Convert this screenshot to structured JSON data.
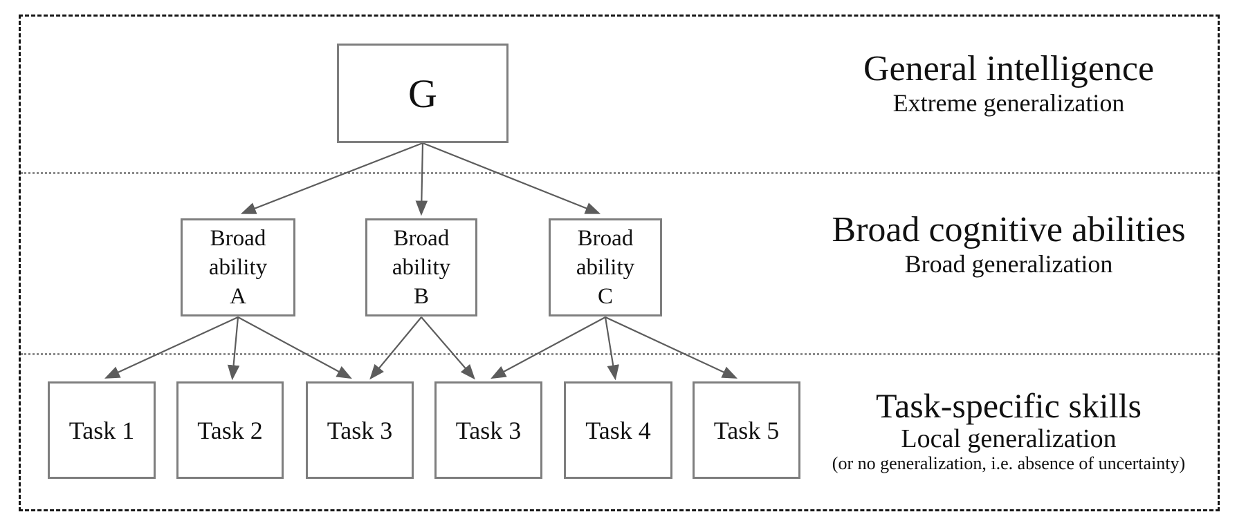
{
  "diagram": {
    "root": {
      "label": "G"
    },
    "broad_abilities": [
      {
        "lines": [
          "Broad",
          "ability",
          "A"
        ]
      },
      {
        "lines": [
          "Broad",
          "ability",
          "B"
        ]
      },
      {
        "lines": [
          "Broad",
          "ability",
          "C"
        ]
      }
    ],
    "tasks": [
      {
        "label": "Task 1"
      },
      {
        "label": "Task 2"
      },
      {
        "label": "Task 3"
      },
      {
        "label": "Task 3"
      },
      {
        "label": "Task 4"
      },
      {
        "label": "Task 5"
      }
    ],
    "level_labels": [
      {
        "title": "General intelligence",
        "subtitle": "Extreme generalization"
      },
      {
        "title": "Broad cognitive abilities",
        "subtitle": "Broad generalization"
      },
      {
        "title": "Task-specific skills",
        "subtitle": "Local generalization",
        "note": "(or no generalization, i.e. absence of uncertainty)"
      }
    ],
    "colors": {
      "arrow": "#5c5c5c",
      "box_border": "#7e7e7e",
      "frame_border": "#161616",
      "divider": "#8a8a8a",
      "text": "#111111"
    }
  }
}
